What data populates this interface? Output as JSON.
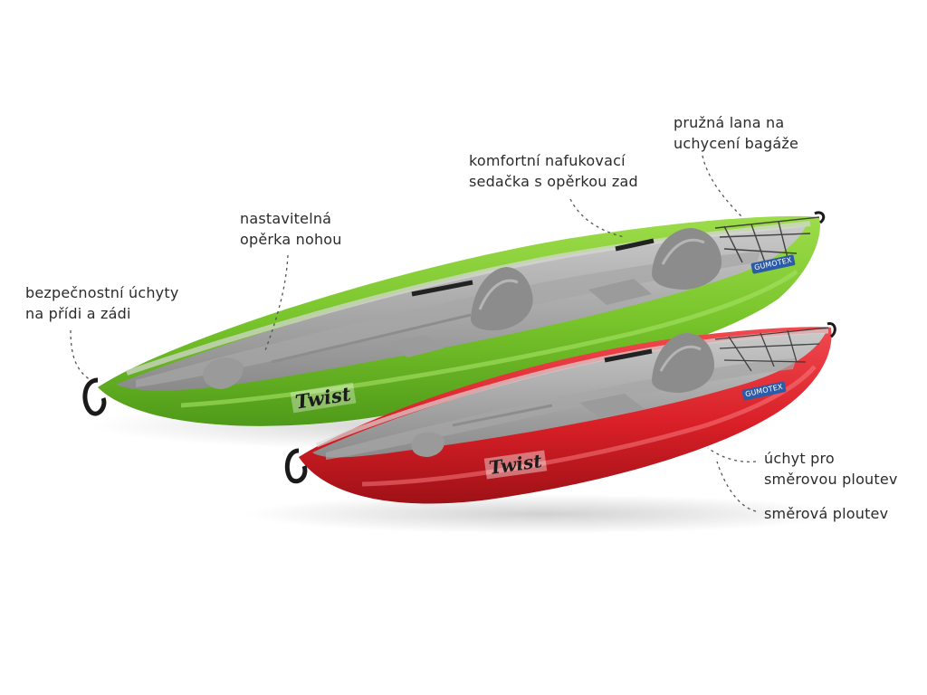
{
  "callouts": {
    "bow_stern_handles": [
      "bezpečnostní úchyty",
      "na přídi a zádi"
    ],
    "footrest": [
      "nastavitelná",
      "opěrka nohou"
    ],
    "seat": [
      "komfortní nafukovací",
      "sedačka s opěrkou zad"
    ],
    "bungee": [
      "pružná lana na",
      "uchycení bagáže"
    ],
    "fin_mount": [
      "úchyt pro",
      "směrovou ploutev"
    ],
    "fin": [
      "směrová ploutev"
    ]
  },
  "boats": {
    "green": {
      "logo": "Twist",
      "brand": "GUMOTEX",
      "color": "#7dc830"
    },
    "red": {
      "logo": "Twist",
      "brand": "GUMOTEX",
      "color": "#e3262e"
    }
  }
}
